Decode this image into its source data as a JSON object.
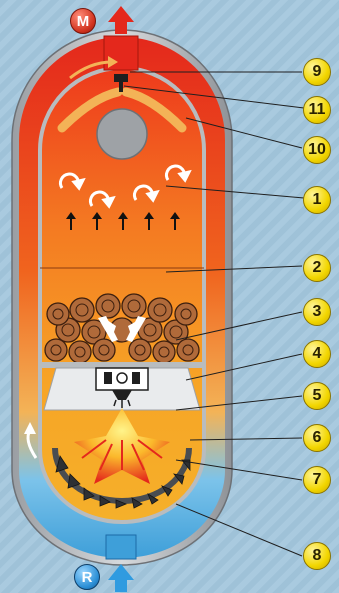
{
  "ports": {
    "outlet_label": "M",
    "inlet_label": "R",
    "outlet_color": "#e23b1f",
    "inlet_color": "#2f9be0"
  },
  "callouts": [
    {
      "number": "1"
    },
    {
      "number": "2"
    },
    {
      "number": "3"
    },
    {
      "number": "4"
    },
    {
      "number": "5"
    },
    {
      "number": "6"
    },
    {
      "number": "7"
    },
    {
      "number": "8"
    },
    {
      "number": "9"
    },
    {
      "number": "10"
    },
    {
      "number": "11"
    }
  ],
  "colors": {
    "hot": "#e4281c",
    "warm": "#f6a22a",
    "cold": "#5db7e6",
    "callout": "#f2d600",
    "casing": "#bfc3c7"
  }
}
